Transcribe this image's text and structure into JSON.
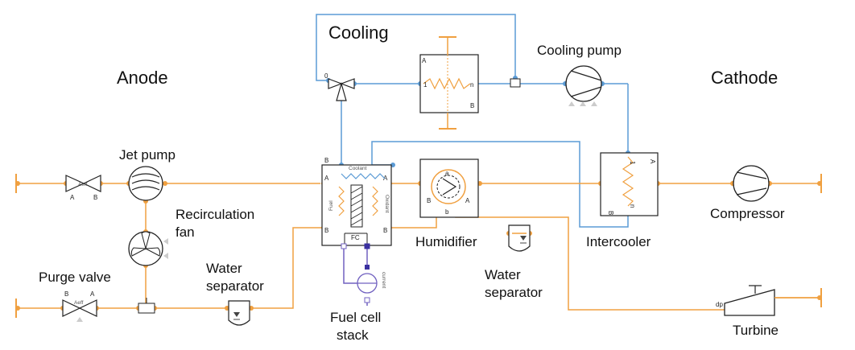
{
  "labels": {
    "cooling": "Cooling",
    "anode": "Anode",
    "cathode": "Cathode",
    "cooling_pump": "Cooling pump",
    "jet_pump": "Jet pump",
    "recirculation_line1": "Recirculation",
    "recirculation_line2": "fan",
    "purge_valve": "Purge valve",
    "water_separator_anode_line1": "Water",
    "water_separator_anode_line2": "separator",
    "fuel_cell_stack_line1": "Fuel cell",
    "fuel_cell_stack_line2": "stack",
    "humidifier": "Humidifier",
    "water_separator_cathode_line1": "Water",
    "water_separator_cathode_line2": "separator",
    "intercooler": "Intercooler",
    "compressor": "Compressor",
    "turbine": "Turbine"
  },
  "ports": {
    "valve_a": "A",
    "valve_b": "B",
    "valve_aeff": "Aeff",
    "purge_a": "A",
    "purge_b": "B",
    "purge_aeff": "Aeff",
    "three_way_valve": "0",
    "hx_a": "A",
    "hx_b": "B",
    "hx_1": "1",
    "hx_n": "n",
    "stack_b_top": "B",
    "stack_a_left": "A",
    "stack_a_right": "A",
    "stack_b_left": "B",
    "stack_b_right": "B",
    "stack_coolant": "Coolant",
    "stack_fuel": "Fuel",
    "stack_oxidant": "Oxidant",
    "stack_fc": "FC",
    "humidifier_a_top": "a",
    "humidifier_b_left": "B",
    "humidifier_a_right": "A",
    "humidifier_b_bottom": "b",
    "current_source": "current",
    "intercooler_a": "A",
    "intercooler_b": "B",
    "intercooler_1": "1",
    "intercooler_n": "n",
    "turbine_dp": "dp"
  },
  "colors": {
    "fluid_line": "#f0a040",
    "coolant_line": "#5b9bd5",
    "electric_line": "#7060c0",
    "component_outline": "#222222",
    "label_text": "#111111"
  }
}
